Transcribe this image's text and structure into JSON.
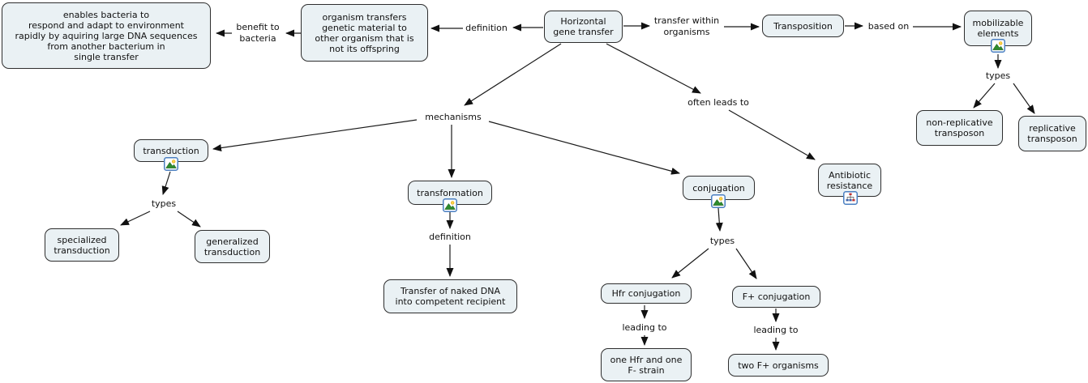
{
  "app": {
    "type": "concept-map",
    "topic": "Horizontal gene transfer"
  },
  "colors": {
    "background": "#ffffff",
    "node_fill": "#eaf1f4",
    "node_border": "#2e2e2e",
    "line": "#1a1a1a",
    "icon_border": "#4a7fc1"
  },
  "nodes": {
    "hgt": "Horizontal\ngene transfer",
    "definition_box": "organism transfers\ngenetic material to\nother organism that is\nnot its offspring",
    "benefit_box": "enables bacteria to\nrespond and adapt to environment\nrapidly by aquiring large DNA sequences\nfrom another bacterium in\nsingle transfer",
    "transposition": "Transposition",
    "mobilizable_elements": "mobilizable\nelements",
    "non_replicative": "non-replicative\ntransposon",
    "replicative": "replicative\ntransposon",
    "transduction": "transduction",
    "specialized_transduction": "specialized\ntransduction",
    "generalized_transduction": "generalized\ntransduction",
    "transformation": "transformation",
    "naked_dna": "Transfer of naked DNA\ninto competent recipient",
    "conjugation": "conjugation",
    "hfr_conjugation": "Hfr conjugation",
    "f_plus_conjugation": "F+ conjugation",
    "one_hfr": "one Hfr and one\nF- strain",
    "two_f_plus": "two F+ organisms",
    "antibiotic_resistance": "Antibiotic\nresistance"
  },
  "labels": {
    "benefit_to": "benefit to\nbacteria",
    "definition_hgt": "definition",
    "transfer_within": "transfer within\norganisms",
    "based_on": "based on",
    "types_mobilizable": "types",
    "mechanisms": "mechanisms",
    "often_leads_to": "often leads to",
    "types_transduction": "types",
    "definition_transformation": "definition",
    "types_conjugation": "types",
    "leading_to_hfr": "leading to",
    "leading_to_f": "leading to"
  },
  "icons": {
    "picture": "picture-icon",
    "cmap": "concept-map-icon"
  }
}
